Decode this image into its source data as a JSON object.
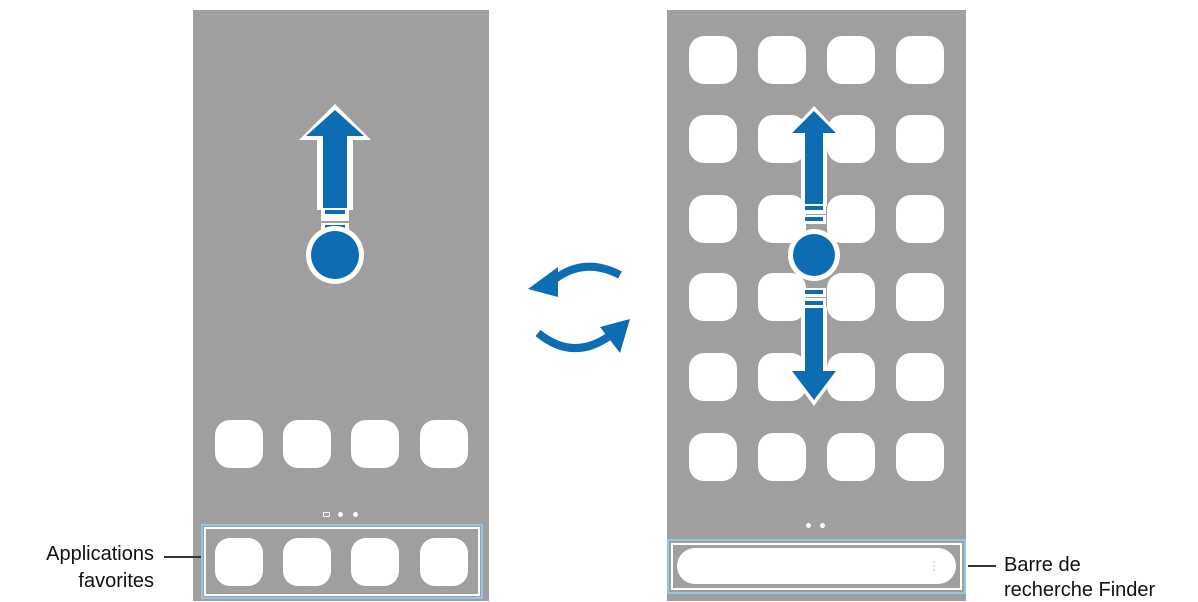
{
  "labels": {
    "favorites_line1": "Applications",
    "favorites_line2": "favorites",
    "finder_line1": "Barre de",
    "finder_line2": "recherche Finder"
  },
  "finder_menu_glyph": "⋮",
  "icons": {
    "swipe_up_gesture": "swipe-up-arrow-icon",
    "swipe_updown_gesture": "swipe-up-down-arrow-icon",
    "switch_screens": "circular-switch-arrows-icon"
  },
  "colors": {
    "screen_bg": "#a09e9f",
    "gesture_blue": "#0d6db3",
    "highlight_frame": "#8fc8e3"
  }
}
